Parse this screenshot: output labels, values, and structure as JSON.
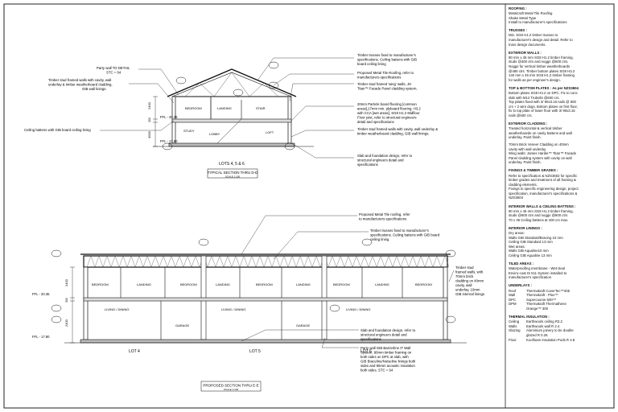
{
  "upper_notes": [
    "Party wall TO DETAIL",
    "STC = 64",
    "Timber stud framed walls with cavity, wall",
    "underlay & timber weatherboard cladding,",
    "GIB wall linings.",
    "Ceiling battens with GIB board ceiling lining",
    "Timber trusses fixed to manufacturer's",
    "specifications. Ceiling battens with GIB",
    "board ceiling lining",
    "Proposed Metal Tile Roofing, refer to",
    "manufacturers specifications",
    "Timber stud framed 'wing' walls, JH",
    "Titan™ Facade Panel cladding system.",
    "20mm Particle board flooring [common",
    "areas],17mm min. plyboard flooring, H3.2",
    "with CCA [wet areas], SG8 H1.2 Midfloor",
    "Floor joist, refer to structural engineers",
    "detail and specifications",
    "Timber stud framed walls with cavity, wall underlay &",
    "timber weatherboard cladding, GIB wall linings.",
    "Slab and foundation design, refer to",
    "structural engineers detail and",
    "specifications"
  ],
  "upper_section": {
    "rooms": [
      "BEDROOM",
      "LANDING",
      "STAIR",
      "STUDY",
      "LOBBY",
      "LOFT"
    ],
    "dims": [
      "2400",
      "3000",
      "300"
    ],
    "levels": [
      "FFL - 20.35",
      "FFL - 17.80"
    ],
    "lots": "LOTS 4, 5 & 6",
    "title": "TYPICAL SECTION THRU D-D",
    "scale": "SCALE 1:100"
  },
  "lower_notes": [
    "Proposed Metal Tile roofing, refer",
    "to manufacturers specifications",
    "Timber trusses fixed to manufacturer's",
    "specifications. Ceiling battens with GIB board",
    "ceiling lining",
    "Timber stud",
    "framed walls, with",
    "70mm brick",
    "cladding on 40mm",
    "cavity, wall",
    "underlay, 10mm",
    "GIB internal linings",
    "Slab and foundation design, refer to",
    "structural engineers detail and",
    "specifications",
    "Party wall GIB Barrierline IT Wall",
    "System. 90mm timber framing on",
    "both sides on DPC at slab, with",
    "GIB Braceline/Noiseline linings both",
    "sides and 90mm acoustic insulation",
    "both sides. STC = 64"
  ],
  "lower_section": {
    "rooms_upper": [
      "BEDROOM",
      "LANDING",
      "BEDROOM",
      "LANDING",
      "BEDROOM",
      "LANDING",
      "BEDROOM",
      "LANDING",
      "BEDROOM"
    ],
    "rooms_lower": [
      "LIVING / DINING",
      "GARAGE",
      "LIVING / DINING",
      "GARAGE",
      "LIVING / DINING"
    ],
    "dims": [
      "2400",
      "300",
      "2400"
    ],
    "levels": [
      "FFL - 20.35",
      "FFL - 17.80"
    ],
    "lots": [
      "LOT 4",
      "LOT 5",
      "LOT 6"
    ],
    "title": "PROPOSED SECTION THRU E-E",
    "scale": "SCALE 1:100"
  },
  "spec": [
    {
      "heading": "ROOFING :",
      "lines": [
        "Metalcraft Metal Tile Roofing",
        "Shake Metal Type",
        "Install to manufacturer's specifications"
      ]
    },
    {
      "heading": "TRUSSES :",
      "lines": [
        "Min. SG8 H1.2 timber trusses to",
        "manufacturer's design and detail.  Refer to",
        "truss design documents."
      ]
    },
    {
      "heading": "EXTERIOR WALLS :",
      "lines": [
        "90 mm x 45 mm SG8 H1.2 timber framing,",
        "studs @400 ctrs and noggs @600 ctrs.",
        "Noggs for vertical timber weatherboards",
        "@480 ctrs. Timber bottom plates SG8 H3.2",
        "140 mm x 45 mm SG8 H1.2 timber framing",
        "for walls as per engineer's design."
      ]
    },
    {
      "heading": "TOP & BOTTOM PLATES : As per NZS3604",
      "lines": [
        "Bottom plates SG8 H3.2 on DPC. Fix to conc",
        "slab with M12 Trubolts @600 crs.",
        "Top plates fixed with 3/ 90x3.15 nails @ 500",
        "crs + 2 wire dogs. Bottom plates on first floor,",
        "fix to top plate of lower floor with 3/ 90x3.15",
        "nails @600 crs."
      ]
    },
    {
      "heading": "EXTERIOR CLADDING :",
      "lines": [
        "Treated horizontal & vertical timber",
        "weatherboards on cavity battens and wall",
        "underlay. Paint finish.",
        "",
        "70mm Brick Veneer Cladding on 40mm",
        "cavity with wall underlay.",
        "Wing walls: James Hardie™ Titan™ Facade",
        "Panel cladding system with cavity on wall",
        "underlay. Paint finish."
      ]
    },
    {
      "heading": "FIXINGS & TIMBER GRADES :",
      "lines": [
        "Refer to specification & NZS3602 for specific",
        "timber grades and treatment of all framing &",
        "cladding elements.",
        "Fixings to specific engineering design, project",
        "specification, manufacturer's specifications &",
        "NZS3604"
      ]
    },
    {
      "heading": "INTERIOR WALLS & CEILING BATTENS :",
      "lines": [
        "90 mm x 45 mm SG8 H1.2 timber framing,",
        "studs @600 ctrs and noggs @600 ctrs",
        "70 x 35 Ceiling battens at 400 crs max."
      ]
    },
    {
      "heading": "INTERIOR LININGS :",
      "lines": [
        "Dry areas:",
        "Walls GIB Standard/Bracing 10 mm",
        "Ceiling GIB Standard 13 mm",
        "Wet areas:",
        "Walls GIB Aqualine10 mm",
        "Ceiling GIB Aqualine 13 mm"
      ]
    },
    {
      "heading": "TILED AREAS :",
      "lines": [
        "Waterproofing membrane - Wet-Seal",
        "Enviro-coat IS 511 System installed to",
        "manufacturer's specification"
      ]
    }
  ],
  "underlays": {
    "heading": "UNDERLAYS :",
    "rows": [
      [
        "Roof",
        "Thermakraft CoverTec™405"
      ],
      [
        "Wall",
        "Thermakraft - Plus™"
      ],
      [
        "DPC",
        "Supercourse 500™"
      ],
      [
        "DPM",
        "Thermakraft Thermathene"
      ],
      [
        "",
        "Orange™ 300"
      ]
    ]
  },
  "insulation": {
    "heading": "THERMAL INSULATION :",
    "rows": [
      [
        "Ceiling",
        "Earthwools ceiling R3.2"
      ],
      [
        "Walls",
        "Earthwools wall R 2.4"
      ],
      [
        "Glazing",
        "Aluminium joinery to be double"
      ],
      [
        "",
        "glazed R 0.26"
      ],
      [
        "Floor",
        "Koolfoam Insulation Pods R 4.8"
      ]
    ]
  }
}
